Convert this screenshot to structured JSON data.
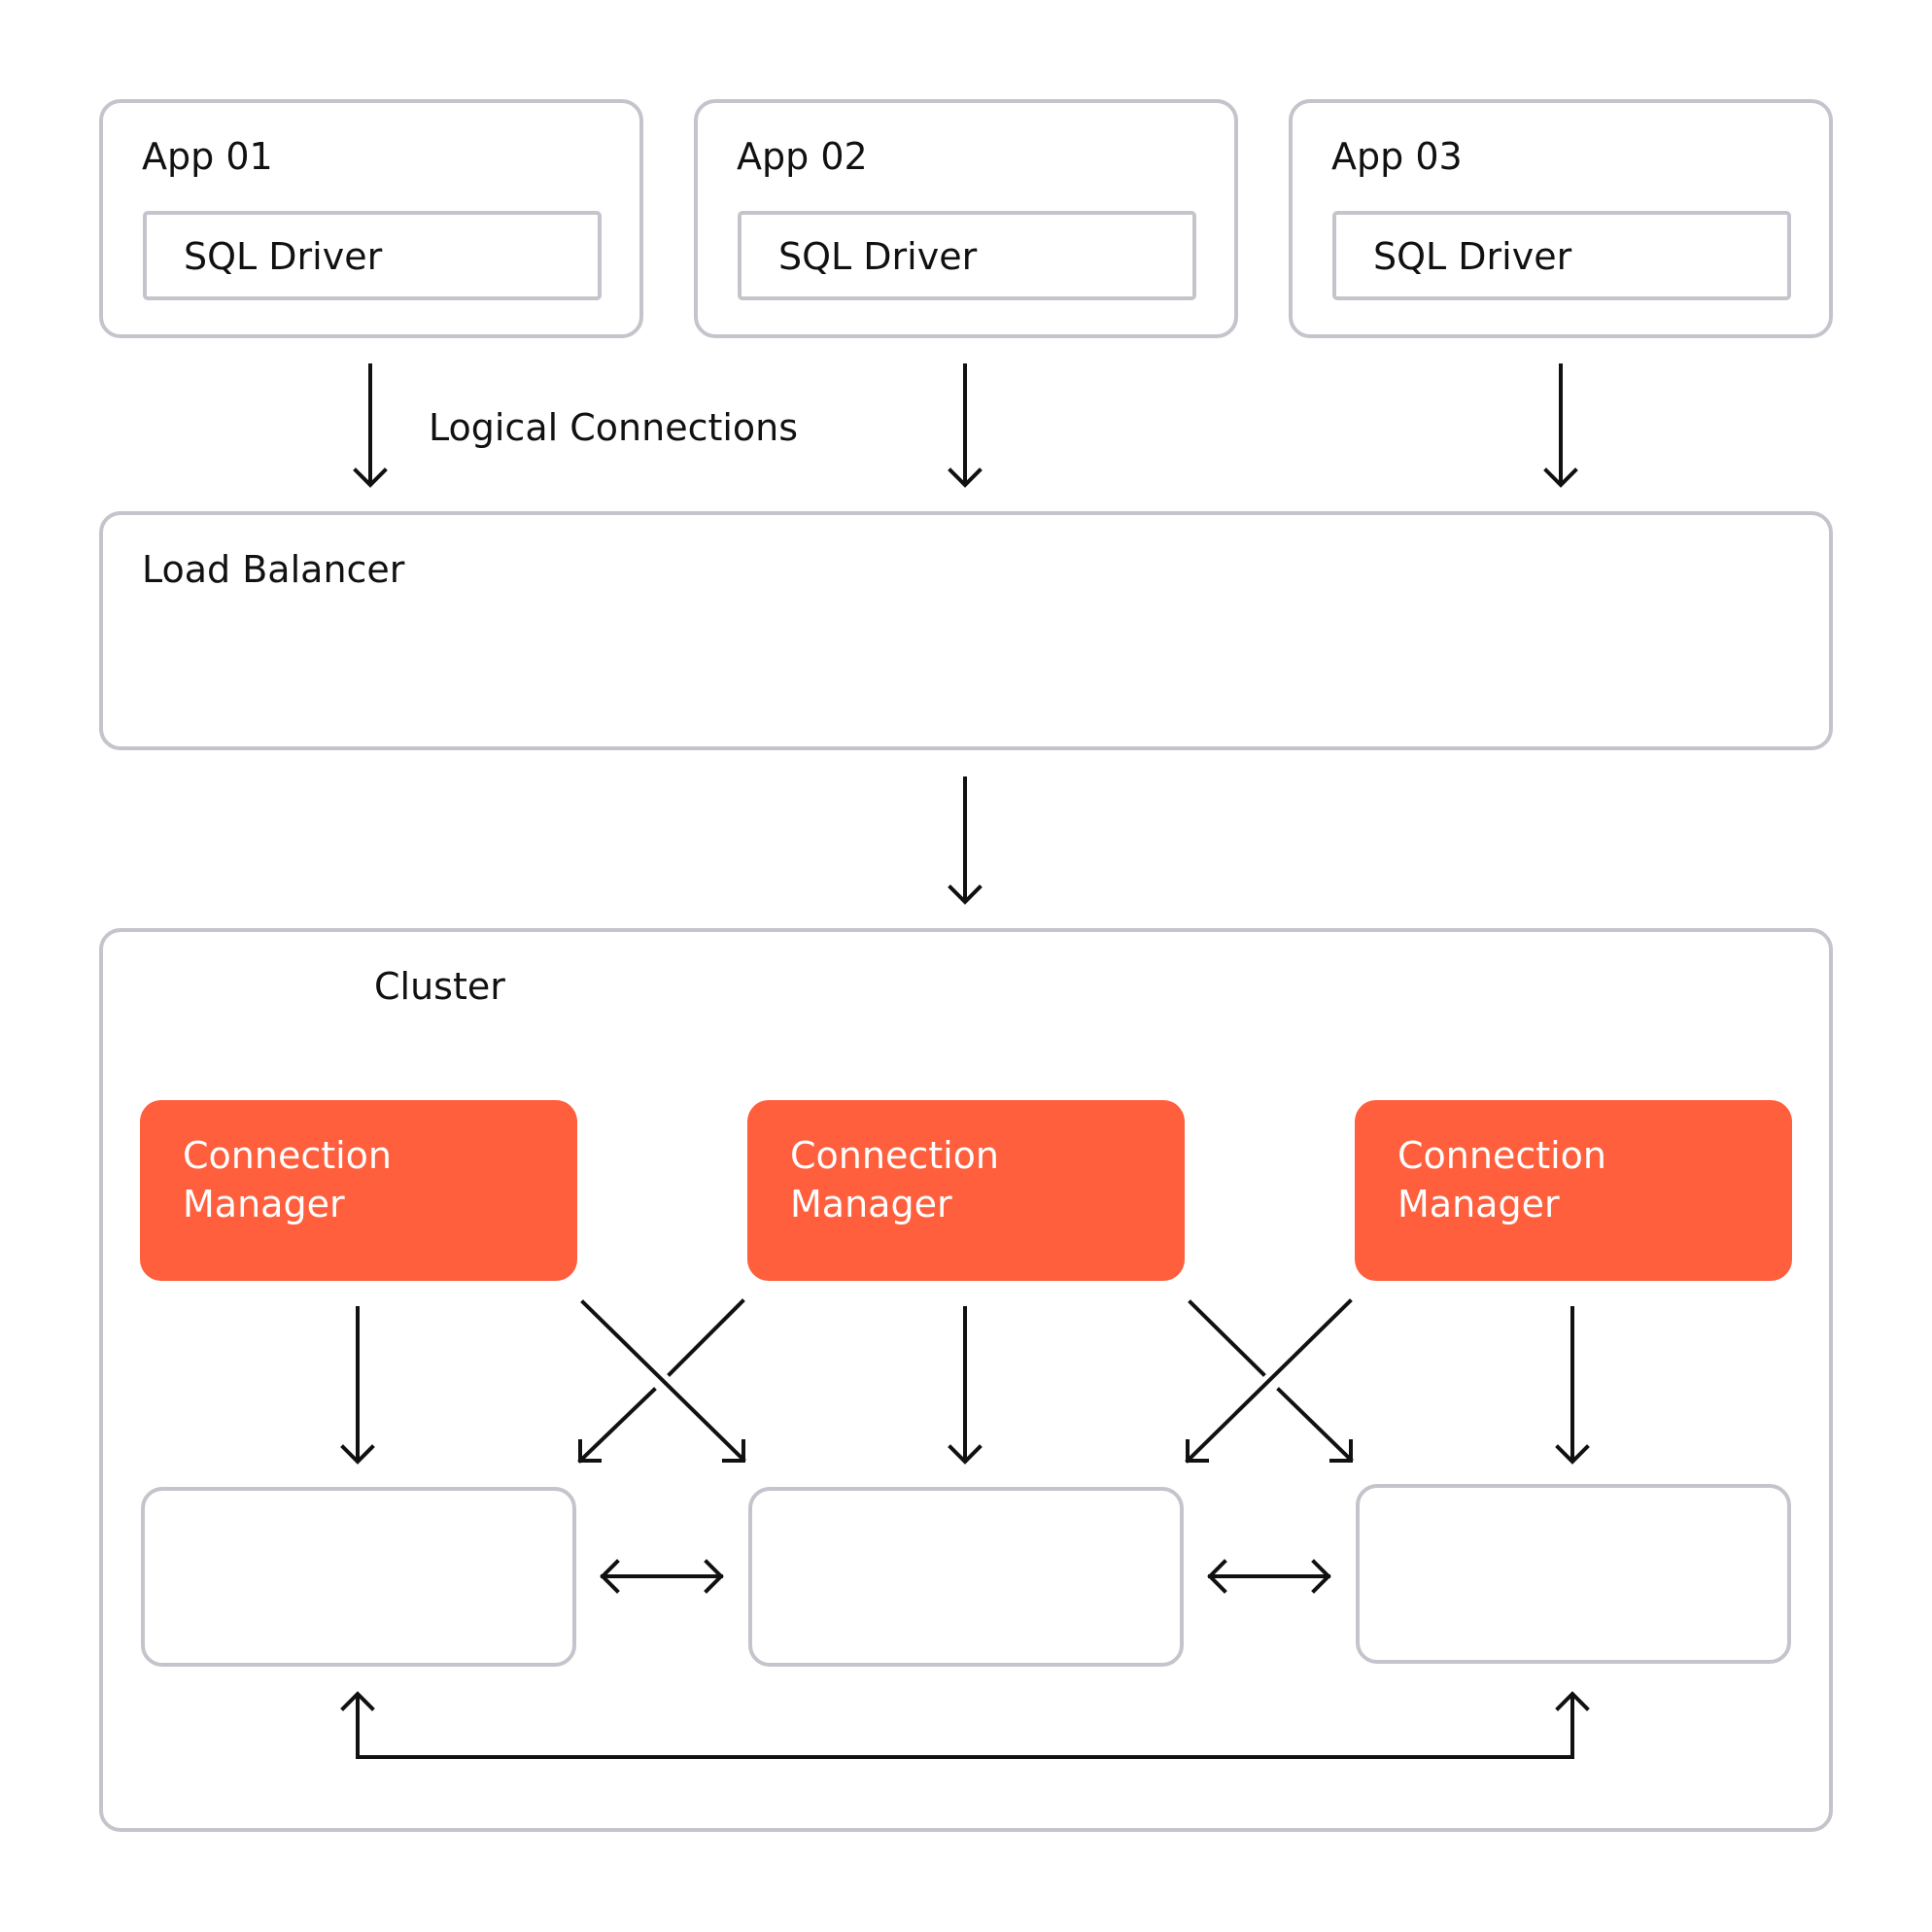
{
  "apps": [
    {
      "title": "App 01",
      "driver": "SQL Driver"
    },
    {
      "title": "App 02",
      "driver": "SQL Driver"
    },
    {
      "title": "App 03",
      "driver": "SQL Driver"
    }
  ],
  "connections_label": "Logical Connections",
  "load_balancer": {
    "title": "Load Balancer"
  },
  "cluster": {
    "title": "Cluster",
    "managers": [
      {
        "label": "Connection Manager"
      },
      {
        "label": "Connection Manager"
      },
      {
        "label": "Connection Manager"
      }
    ],
    "nodes": [
      {},
      {},
      {}
    ]
  },
  "colors": {
    "border": "#c5c4cc",
    "manager_fill": "#ff5f3d",
    "arrow": "#111111"
  }
}
